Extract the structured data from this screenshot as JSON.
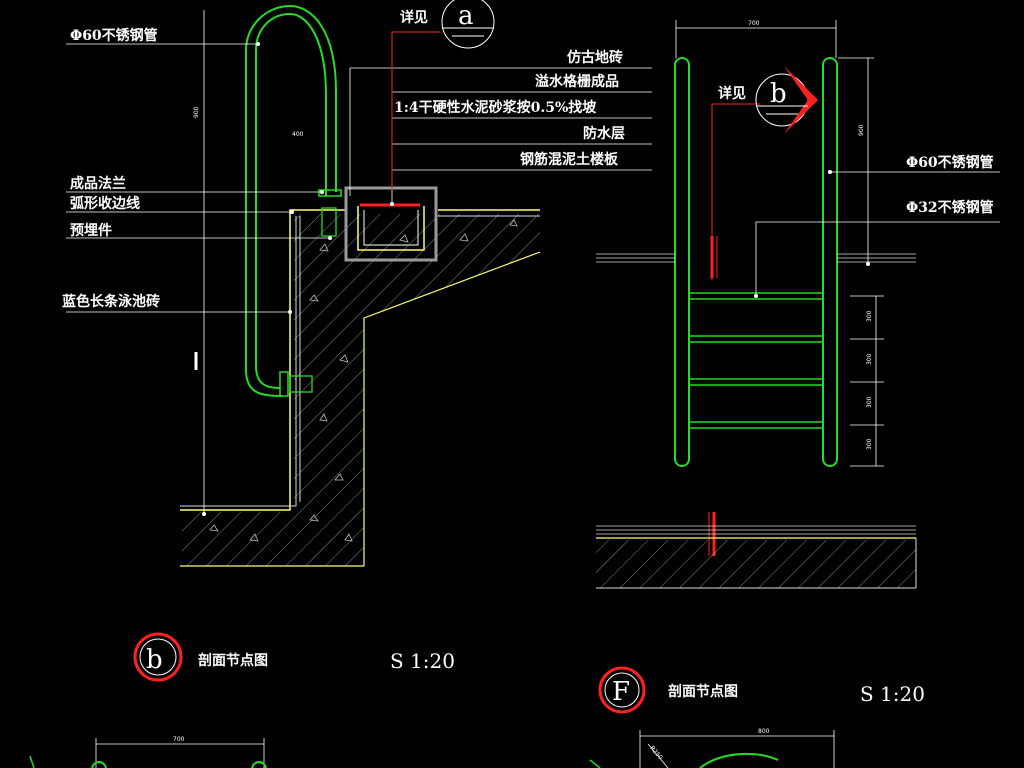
{
  "left_section": {
    "callout_prefix": "详见",
    "callout_tag": "a",
    "labels": {
      "handrail_pipe": "Φ60不锈钢管",
      "flange": "成品法兰",
      "edge_trim": "弧形收边线",
      "embedded_part": "预埋件",
      "pool_tile": "蓝色长条泳池砖",
      "floor_tile": "仿古地砖",
      "overflow_grate": "溢水格栅成品",
      "mortar": "1:4干硬性水泥砂浆按0.5%找坡",
      "waterproof": "防水层",
      "slab": "钢筋混泥土楼板"
    },
    "dims": [
      "900",
      "400"
    ]
  },
  "right_section": {
    "callout_prefix": "详见",
    "callout_tag": "b",
    "labels": {
      "pipe60": "Φ60不锈钢管",
      "pipe32": "Φ32不锈钢管"
    },
    "top_dim": "700",
    "side_dim": "900",
    "step_dims": [
      "300",
      "300",
      "300",
      "300"
    ]
  },
  "titles": {
    "left": {
      "tag": "b",
      "title": "剖面节点图",
      "scale": "S 1:20"
    },
    "right": {
      "tag": "F",
      "title": "剖面节点图",
      "scale": "S 1:20"
    }
  },
  "bottom_dims": [
    "700",
    "800",
    "R250"
  ],
  "colors": {
    "background": "#000000",
    "pipe": "#22dd22",
    "structure": "#ffff66",
    "leader": "#ffffff",
    "hatch": "#bfbfbf",
    "callout": "#ff2020",
    "box": "#9a9a9a"
  }
}
